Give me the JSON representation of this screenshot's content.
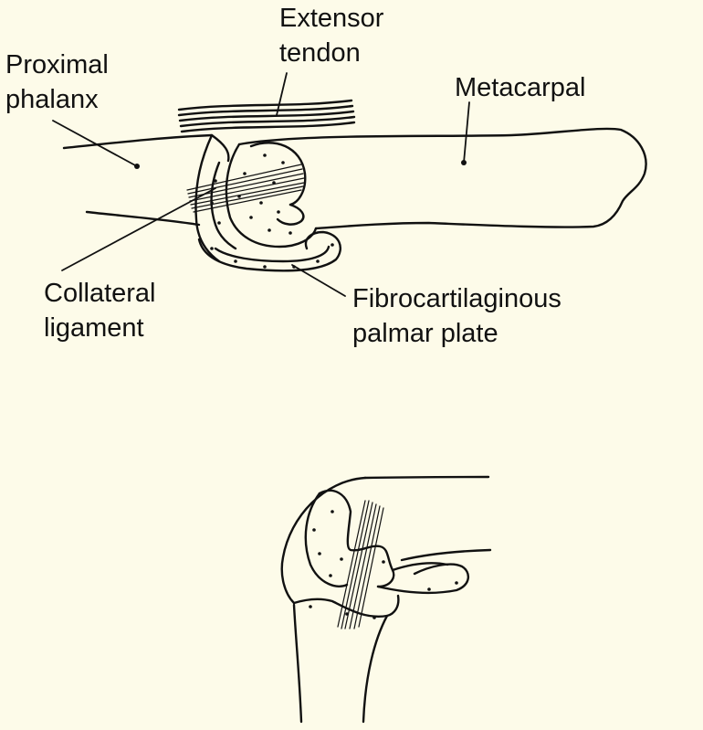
{
  "labels": {
    "extensor_tendon": [
      "Extensor",
      "tendon"
    ],
    "proximal_phalanx": [
      "Proximal",
      "phalanx"
    ],
    "metacarpal": [
      "Metacarpal"
    ],
    "collateral_ligament": [
      "Collateral",
      "ligament"
    ],
    "palmar_plate": [
      "Fibrocartilaginous",
      "palmar plate"
    ]
  },
  "colors": {
    "background": "#fdfbe9",
    "ink": "#111111"
  }
}
